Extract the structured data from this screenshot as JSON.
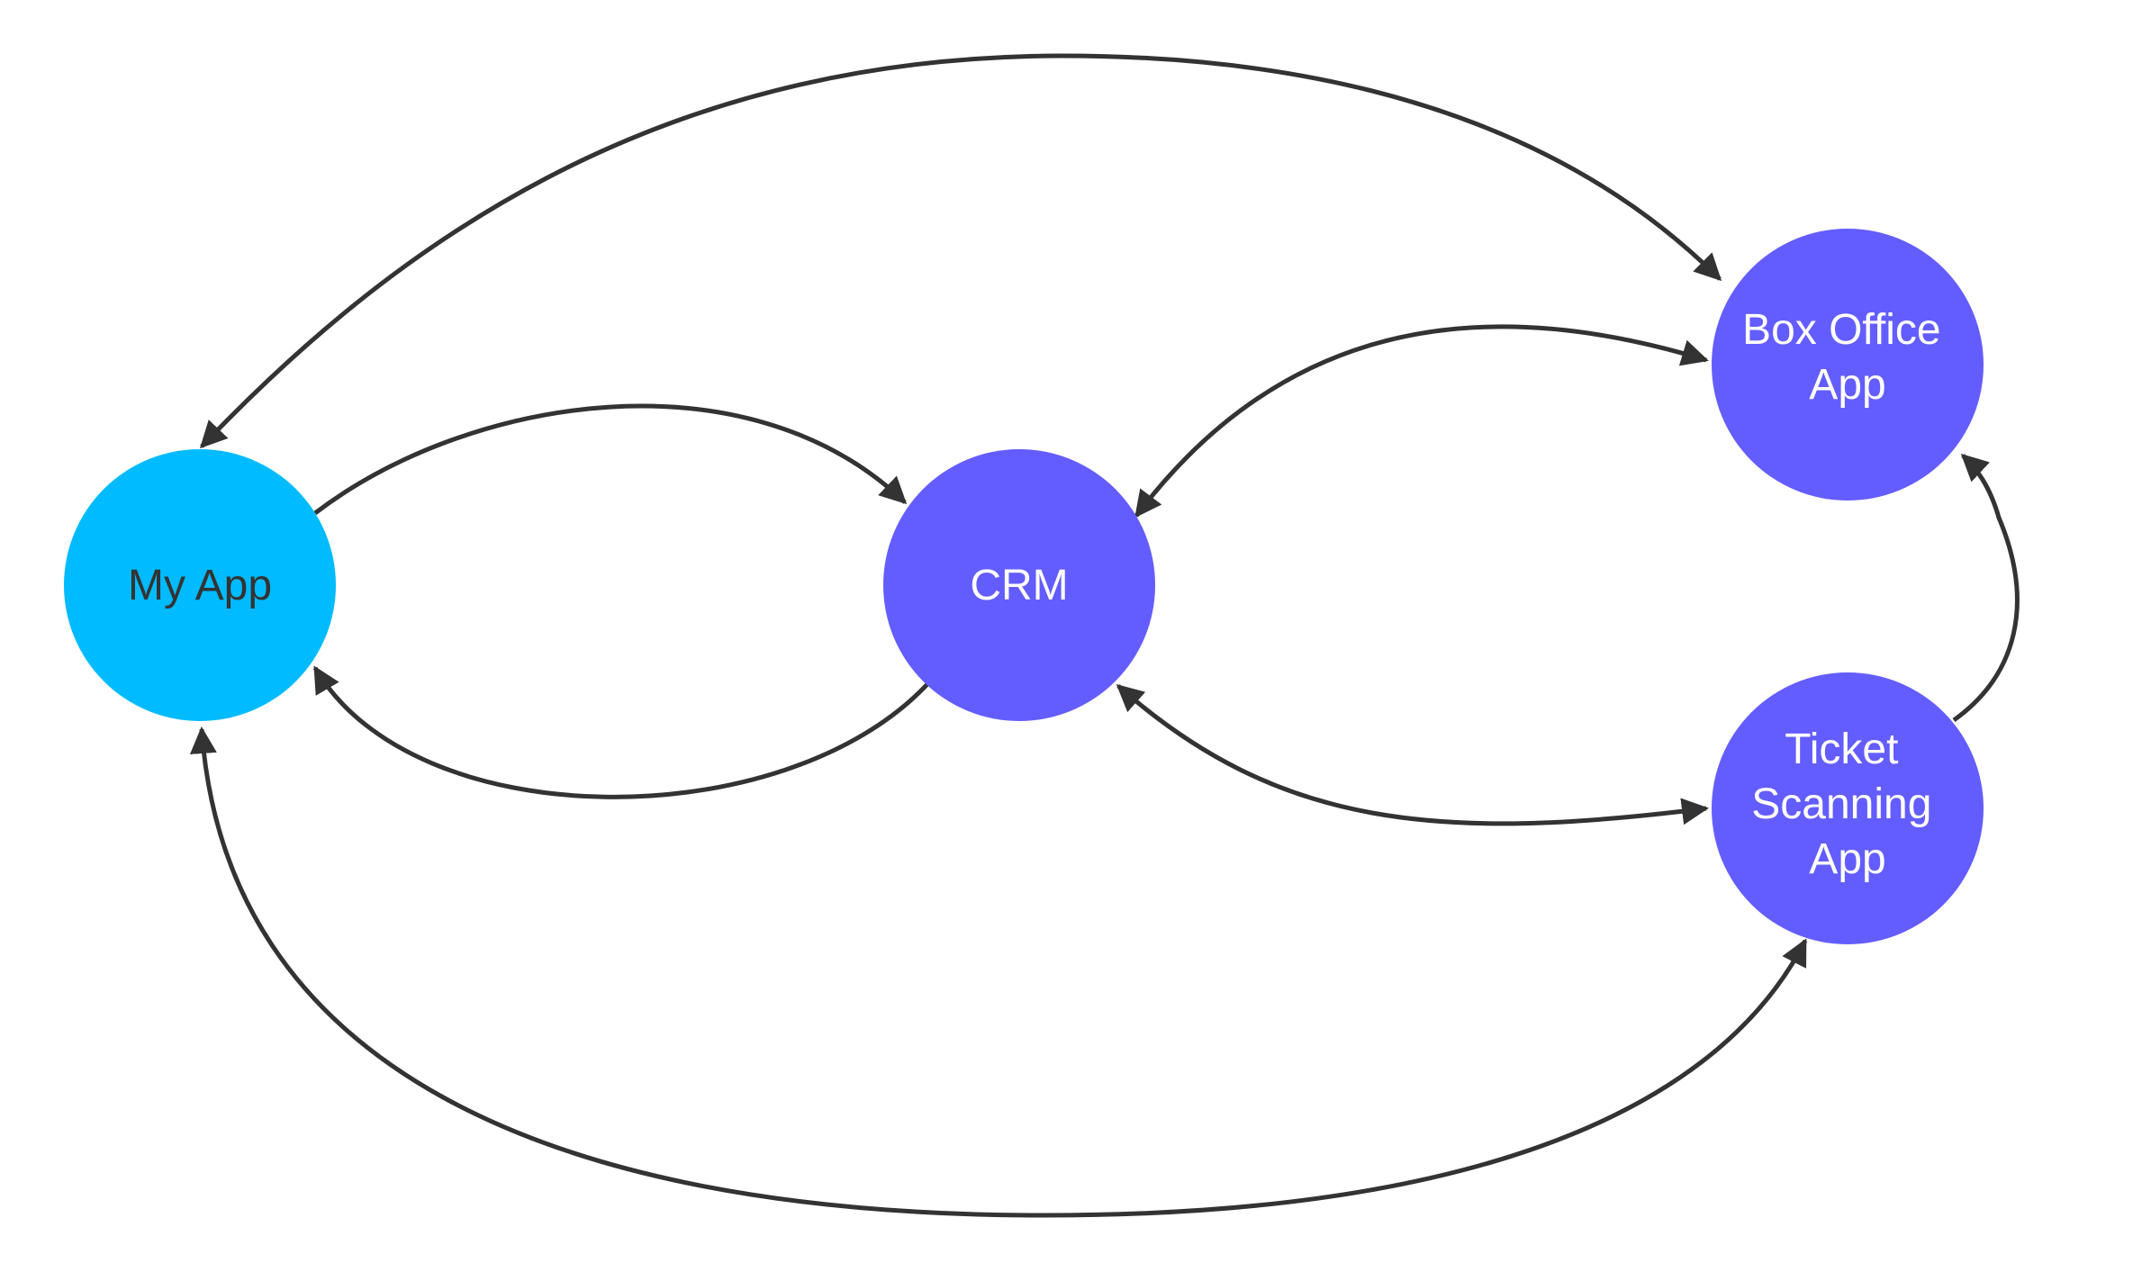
{
  "diagram": {
    "nodes": {
      "my_app": {
        "lines": [
          "My App"
        ],
        "fill": "#00bbff",
        "text_color": "#333333"
      },
      "crm": {
        "lines": [
          "CRM"
        ],
        "fill": "#635dff",
        "text_color": "#ffffff"
      },
      "box_office": {
        "lines": [
          "Box Office",
          "App"
        ],
        "fill": "#635dff",
        "text_color": "#ffffff"
      },
      "ticket_scanning": {
        "lines": [
          "Ticket",
          "Scanning",
          "App"
        ],
        "fill": "#635dff",
        "text_color": "#ffffff"
      }
    },
    "edges": [
      {
        "from": "my_app",
        "to": "box_office",
        "bidirectional": true
      },
      {
        "from": "my_app",
        "to": "crm",
        "bidirectional": false
      },
      {
        "from": "crm",
        "to": "my_app",
        "bidirectional": false
      },
      {
        "from": "crm",
        "to": "box_office",
        "bidirectional": true
      },
      {
        "from": "crm",
        "to": "ticket_scanning",
        "bidirectional": true
      },
      {
        "from": "ticket_scanning",
        "to": "box_office",
        "bidirectional": false
      },
      {
        "from": "my_app",
        "to": "ticket_scanning",
        "bidirectional": true
      }
    ],
    "edge_color": "#333333"
  }
}
